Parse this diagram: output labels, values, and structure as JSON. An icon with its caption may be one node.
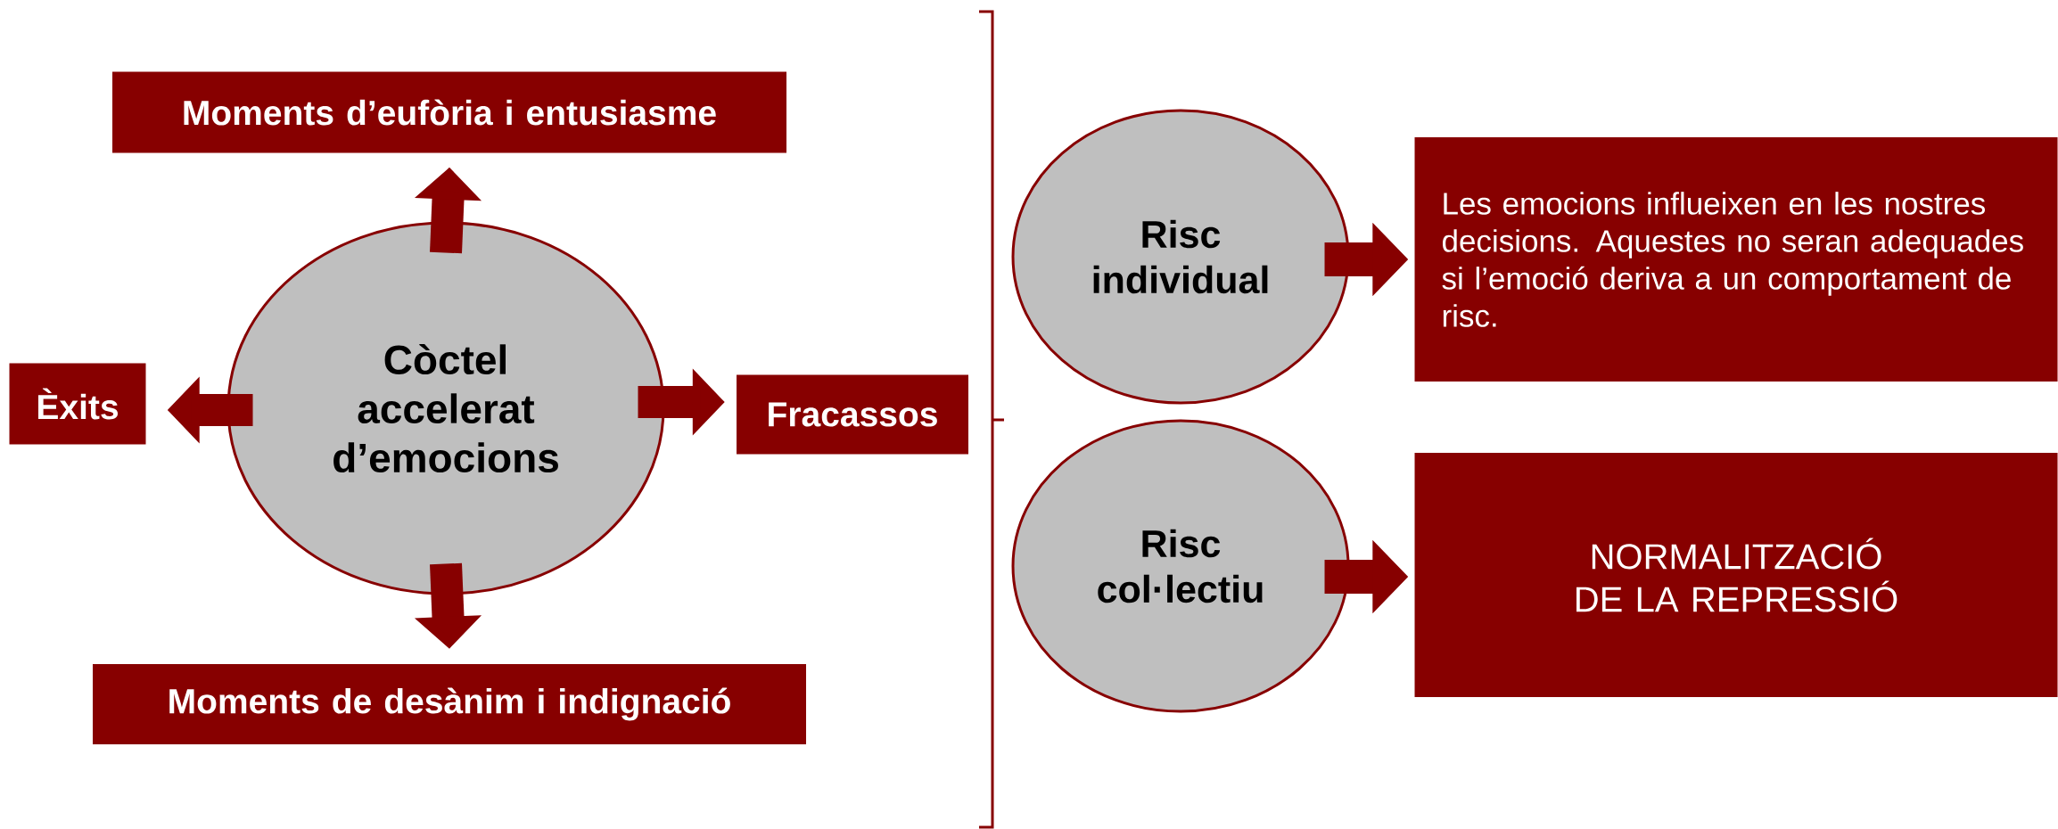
{
  "diagram": {
    "nodes": [
      {
        "text": [
          "Còctel accelerat d’emocions"
        ]
      },
      {
        "text": [
          "Moments d’eufòria i entusiasme"
        ]
      },
      {
        "text": [
          "Èxits"
        ]
      },
      {
        "text": [
          "Fracassos"
        ]
      },
      {
        "text": [
          "Moments de desànim i indignació"
        ]
      },
      {
        "text": [
          "Risc individual"
        ]
      },
      {
        "text": [
          "Les emocions influeixen en les nostres decisions. Aquestes no seran adequades si l’emoció deriva a un comportament de risc."
        ]
      },
      {
        "text": [
          "Risc col·lectiu"
        ]
      },
      {
        "text": [
          "NORMALITZACIÓ DE LA REPRESSIÓ"
        ]
      }
    ],
    "edges": [
      {
        "from": 0,
        "to": 1,
        "arrow": "to"
      },
      {
        "from": 0,
        "to": 2,
        "arrow": "to"
      },
      {
        "from": 0,
        "to": 3,
        "arrow": "to"
      },
      {
        "from": 0,
        "to": 4,
        "arrow": "to"
      },
      {
        "from": 5,
        "to": 6,
        "arrow": "to"
      },
      {
        "from": 7,
        "to": 8,
        "arrow": "to"
      }
    ]
  }
}
